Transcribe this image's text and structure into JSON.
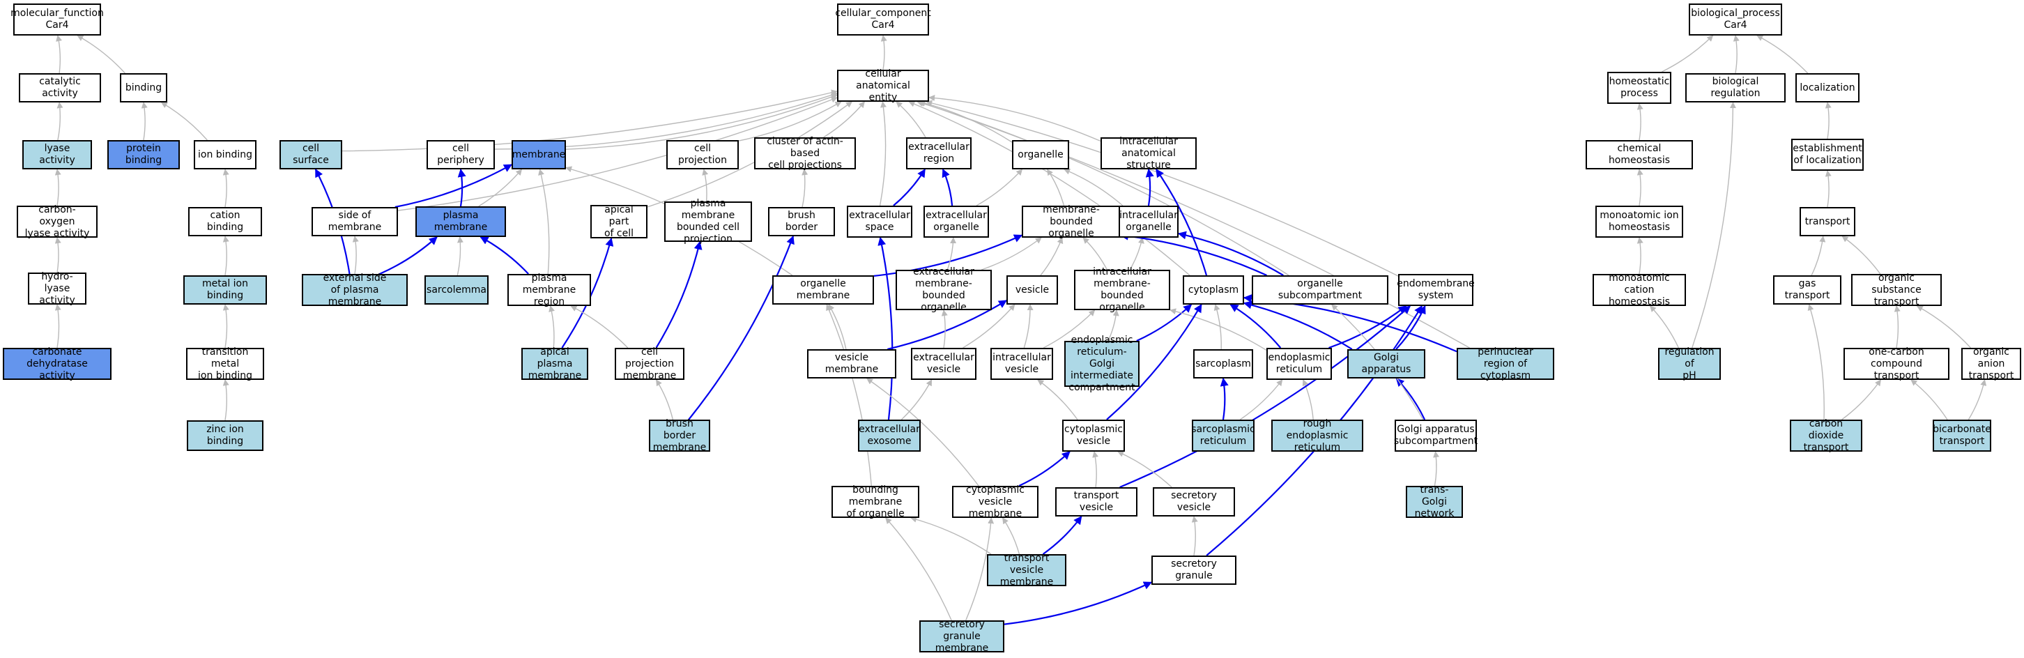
{
  "style": {
    "colors": {
      "white": "#ffffff",
      "light": "#add8e6",
      "blue": "#6495ed"
    },
    "edge_colors": {
      "is_a": "#b9b9b9",
      "part_of": "#0000ee"
    }
  },
  "nodes": [
    {
      "id": "mf_root",
      "label": "molecular_function\nCar4",
      "fill": "white"
    },
    {
      "id": "cc_root",
      "label": "cellular_component\nCar4",
      "fill": "white"
    },
    {
      "id": "bp_root",
      "label": "biological_process\nCar4",
      "fill": "white"
    },
    {
      "id": "catalytic",
      "label": "catalytic activity",
      "fill": "white"
    },
    {
      "id": "binding",
      "label": "binding",
      "fill": "white"
    },
    {
      "id": "lyase",
      "label": "lyase activity",
      "fill": "light"
    },
    {
      "id": "protein_binding",
      "label": "protein binding",
      "fill": "blue"
    },
    {
      "id": "ion_binding",
      "label": "ion binding",
      "fill": "white"
    },
    {
      "id": "cation_binding",
      "label": "cation binding",
      "fill": "white"
    },
    {
      "id": "co_lyase",
      "label": "carbon-oxygen\nlyase activity",
      "fill": "white"
    },
    {
      "id": "hydro_lyase",
      "label": "hydro-lyase\nactivity",
      "fill": "white"
    },
    {
      "id": "carbonate",
      "label": "carbonate dehydratase\nactivity",
      "fill": "blue"
    },
    {
      "id": "metal_ion",
      "label": "metal ion binding",
      "fill": "light"
    },
    {
      "id": "transition_metal",
      "label": "transition metal\nion binding",
      "fill": "white"
    },
    {
      "id": "zinc",
      "label": "zinc ion binding",
      "fill": "light"
    },
    {
      "id": "cae",
      "label": "cellular anatomical\nentity",
      "fill": "white"
    },
    {
      "id": "cell_surface",
      "label": "cell surface",
      "fill": "light"
    },
    {
      "id": "cell_periphery",
      "label": "cell periphery",
      "fill": "white"
    },
    {
      "id": "membrane",
      "label": "membrane",
      "fill": "blue"
    },
    {
      "id": "cell_projection",
      "label": "cell projection",
      "fill": "white"
    },
    {
      "id": "cluster_actin",
      "label": "cluster of actin-based\ncell projections",
      "fill": "white"
    },
    {
      "id": "extracellular_region",
      "label": "extracellular\nregion",
      "fill": "white"
    },
    {
      "id": "organelle",
      "label": "organelle",
      "fill": "white"
    },
    {
      "id": "intracellular_as",
      "label": "intracellular\nanatomical structure",
      "fill": "white"
    },
    {
      "id": "side_membrane",
      "label": "side of membrane",
      "fill": "white"
    },
    {
      "id": "plasma_membrane",
      "label": "plasma membrane",
      "fill": "blue"
    },
    {
      "id": "apical_part",
      "label": "apical part\nof cell",
      "fill": "white"
    },
    {
      "id": "pm_bounded",
      "label": "plasma membrane\nbounded cell\nprojection",
      "fill": "white"
    },
    {
      "id": "brush_border",
      "label": "brush border",
      "fill": "white"
    },
    {
      "id": "extracellular_space",
      "label": "extracellular\nspace",
      "fill": "white"
    },
    {
      "id": "extracellular_organelle",
      "label": "extracellular\norganelle",
      "fill": "white"
    },
    {
      "id": "membrane_bounded",
      "label": "membrane-bounded\norganelle",
      "fill": "white"
    },
    {
      "id": "intracellular_organelle",
      "label": "intracellular\norganelle",
      "fill": "white"
    },
    {
      "id": "external_side",
      "label": "external side\nof plasma membrane",
      "fill": "light"
    },
    {
      "id": "sarcolemma",
      "label": "sarcolemma",
      "fill": "light"
    },
    {
      "id": "pm_region",
      "label": "plasma membrane\nregion",
      "fill": "white"
    },
    {
      "id": "organelle_membrane",
      "label": "organelle membrane",
      "fill": "white"
    },
    {
      "id": "ext_mb_organelle",
      "label": "extracellular\nmembrane-bounded\norganelle",
      "fill": "white"
    },
    {
      "id": "vesicle",
      "label": "vesicle",
      "fill": "white"
    },
    {
      "id": "intra_mb_organelle",
      "label": "intracellular\nmembrane-bounded\norganelle",
      "fill": "white"
    },
    {
      "id": "cytoplasm",
      "label": "cytoplasm",
      "fill": "white"
    },
    {
      "id": "organelle_subcompartment",
      "label": "organelle subcompartment",
      "fill": "white"
    },
    {
      "id": "endomembrane",
      "label": "endomembrane\nsystem",
      "fill": "white"
    },
    {
      "id": "apical_pm",
      "label": "apical plasma\nmembrane",
      "fill": "light"
    },
    {
      "id": "cell_projection_membrane",
      "label": "cell projection\nmembrane",
      "fill": "white"
    },
    {
      "id": "vesicle_membrane",
      "label": "vesicle membrane",
      "fill": "white"
    },
    {
      "id": "extracellular_vesicle",
      "label": "extracellular\nvesicle",
      "fill": "white"
    },
    {
      "id": "intracellular_vesicle",
      "label": "intracellular\nvesicle",
      "fill": "white"
    },
    {
      "id": "er_golgi",
      "label": "endoplasmic\nreticulum-Golgi\nintermediate\ncompartment",
      "fill": "light"
    },
    {
      "id": "sarcoplasm",
      "label": "sarcoplasm",
      "fill": "white"
    },
    {
      "id": "er",
      "label": "endoplasmic\nreticulum",
      "fill": "white"
    },
    {
      "id": "golgi",
      "label": "Golgi apparatus",
      "fill": "light"
    },
    {
      "id": "perinuclear",
      "label": "perinuclear\nregion of cytoplasm",
      "fill": "light"
    },
    {
      "id": "brush_border_membrane",
      "label": "brush border\nmembrane",
      "fill": "light"
    },
    {
      "id": "extracellular_exosome",
      "label": "extracellular\nexosome",
      "fill": "light"
    },
    {
      "id": "cyto_vesicle",
      "label": "cytoplasmic\nvesicle",
      "fill": "white"
    },
    {
      "id": "sarcoplasmic_reticulum",
      "label": "sarcoplasmic\nreticulum",
      "fill": "light"
    },
    {
      "id": "rough_er",
      "label": "rough endoplasmic\nreticulum",
      "fill": "light"
    },
    {
      "id": "golgi_sub",
      "label": "Golgi apparatus\nsubcompartment",
      "fill": "white"
    },
    {
      "id": "bounding_membrane",
      "label": "bounding membrane\nof organelle",
      "fill": "white"
    },
    {
      "id": "cyto_vesicle_membrane",
      "label": "cytoplasmic\nvesicle membrane",
      "fill": "white"
    },
    {
      "id": "transport_vesicle",
      "label": "transport vesicle",
      "fill": "white"
    },
    {
      "id": "secretory_vesicle",
      "label": "secretory vesicle",
      "fill": "white"
    },
    {
      "id": "trans_golgi",
      "label": "trans-Golgi\nnetwork",
      "fill": "light"
    },
    {
      "id": "tv_membrane",
      "label": "transport vesicle\nmembrane",
      "fill": "light"
    },
    {
      "id": "secretory_granule",
      "label": "secretory granule",
      "fill": "white"
    },
    {
      "id": "sg_membrane",
      "label": "secretory granule\nmembrane",
      "fill": "light"
    },
    {
      "id": "homeostatic",
      "label": "homeostatic\nprocess",
      "fill": "white"
    },
    {
      "id": "bio_regulation",
      "label": "biological regulation",
      "fill": "white"
    },
    {
      "id": "localization",
      "label": "localization",
      "fill": "white"
    },
    {
      "id": "chem_homeostasis",
      "label": "chemical homeostasis",
      "fill": "white"
    },
    {
      "id": "establishment",
      "label": "establishment\nof localization",
      "fill": "white"
    },
    {
      "id": "ion_homeostasis",
      "label": "monoatomic ion\nhomeostasis",
      "fill": "white"
    },
    {
      "id": "transport",
      "label": "transport",
      "fill": "white"
    },
    {
      "id": "cation_homeostasis",
      "label": "monoatomic cation\nhomeostasis",
      "fill": "white"
    },
    {
      "id": "gas_transport",
      "label": "gas transport",
      "fill": "white"
    },
    {
      "id": "organic_transport",
      "label": "organic substance\ntransport",
      "fill": "white"
    },
    {
      "id": "ph_regulation",
      "label": "regulation of\npH",
      "fill": "light"
    },
    {
      "id": "one_carbon",
      "label": "one-carbon compound\ntransport",
      "fill": "white"
    },
    {
      "id": "organic_anion",
      "label": "organic anion\ntransport",
      "fill": "white"
    },
    {
      "id": "co2_transport",
      "label": "carbon dioxide\ntransport",
      "fill": "light"
    },
    {
      "id": "bicarbonate_transport",
      "label": "bicarbonate\ntransport",
      "fill": "light"
    }
  ],
  "edges": [
    {
      "from": "catalytic",
      "to": "mf_root",
      "type": "is_a"
    },
    {
      "from": "binding",
      "to": "mf_root",
      "type": "is_a"
    },
    {
      "from": "lyase",
      "to": "catalytic",
      "type": "is_a"
    },
    {
      "from": "protein_binding",
      "to": "binding",
      "type": "is_a"
    },
    {
      "from": "ion_binding",
      "to": "binding",
      "type": "is_a"
    },
    {
      "from": "co_lyase",
      "to": "lyase",
      "type": "is_a"
    },
    {
      "from": "hydro_lyase",
      "to": "co_lyase",
      "type": "is_a"
    },
    {
      "from": "carbonate",
      "to": "hydro_lyase",
      "type": "is_a"
    },
    {
      "from": "cation_binding",
      "to": "ion_binding",
      "type": "is_a"
    },
    {
      "from": "metal_ion",
      "to": "cation_binding",
      "type": "is_a"
    },
    {
      "from": "transition_metal",
      "to": "metal_ion",
      "type": "is_a"
    },
    {
      "from": "zinc",
      "to": "transition_metal",
      "type": "is_a"
    },
    {
      "from": "cae",
      "to": "cc_root",
      "type": "is_a"
    },
    {
      "from": "cell_surface",
      "to": "cae",
      "type": "is_a"
    },
    {
      "from": "cell_periphery",
      "to": "cae",
      "type": "is_a"
    },
    {
      "from": "membrane",
      "to": "cae",
      "type": "is_a"
    },
    {
      "from": "cell_projection",
      "to": "cae",
      "type": "is_a"
    },
    {
      "from": "cluster_actin",
      "to": "cae",
      "type": "is_a"
    },
    {
      "from": "extracellular_region",
      "to": "cae",
      "type": "is_a"
    },
    {
      "from": "organelle",
      "to": "cae",
      "type": "is_a"
    },
    {
      "from": "intracellular_as",
      "to": "cae",
      "type": "is_a"
    },
    {
      "from": "side_membrane",
      "to": "cae",
      "type": "is_a"
    },
    {
      "from": "apical_part",
      "to": "cae",
      "type": "is_a"
    },
    {
      "from": "extracellular_space",
      "to": "cae",
      "type": "is_a"
    },
    {
      "from": "cytoplasm",
      "to": "cae",
      "type": "is_a"
    },
    {
      "from": "organelle_subcompartment",
      "to": "cae",
      "type": "is_a"
    },
    {
      "from": "endomembrane",
      "to": "cae",
      "type": "is_a"
    },
    {
      "from": "perinuclear",
      "to": "cae",
      "type": "is_a"
    },
    {
      "from": "side_membrane",
      "to": "membrane",
      "type": "part_of"
    },
    {
      "from": "plasma_membrane",
      "to": "membrane",
      "type": "is_a"
    },
    {
      "from": "plasma_membrane",
      "to": "cell_periphery",
      "type": "part_of"
    },
    {
      "from": "external_side",
      "to": "side_membrane",
      "type": "is_a"
    },
    {
      "from": "external_side",
      "to": "cell_surface",
      "type": "part_of"
    },
    {
      "from": "external_side",
      "to": "plasma_membrane",
      "type": "part_of"
    },
    {
      "from": "sarcolemma",
      "to": "plasma_membrane",
      "type": "is_a"
    },
    {
      "from": "pm_region",
      "to": "plasma_membrane",
      "type": "part_of"
    },
    {
      "from": "pm_region",
      "to": "membrane",
      "type": "is_a"
    },
    {
      "from": "pm_bounded",
      "to": "cell_projection",
      "type": "is_a"
    },
    {
      "from": "brush_border",
      "to": "cluster_actin",
      "type": "is_a"
    },
    {
      "from": "extracellular_space",
      "to": "extracellular_region",
      "type": "part_of"
    },
    {
      "from": "extracellular_organelle",
      "to": "extracellular_region",
      "type": "part_of"
    },
    {
      "from": "extracellular_organelle",
      "to": "organelle",
      "type": "is_a"
    },
    {
      "from": "membrane_bounded",
      "to": "organelle",
      "type": "is_a"
    },
    {
      "from": "intracellular_organelle",
      "to": "organelle",
      "type": "is_a"
    },
    {
      "from": "intracellular_organelle",
      "to": "intracellular_as",
      "type": "part_of"
    },
    {
      "from": "organelle_membrane",
      "to": "membrane",
      "type": "is_a"
    },
    {
      "from": "organelle_membrane",
      "to": "membrane_bounded",
      "type": "part_of"
    },
    {
      "from": "ext_mb_organelle",
      "to": "membrane_bounded",
      "type": "is_a"
    },
    {
      "from": "ext_mb_organelle",
      "to": "extracellular_organelle",
      "type": "is_a"
    },
    {
      "from": "vesicle",
      "to": "membrane_bounded",
      "type": "is_a"
    },
    {
      "from": "intra_mb_organelle",
      "to": "membrane_bounded",
      "type": "is_a"
    },
    {
      "from": "intra_mb_organelle",
      "to": "intracellular_organelle",
      "type": "is_a"
    },
    {
      "from": "cytoplasm",
      "to": "intracellular_as",
      "type": "part_of"
    },
    {
      "from": "organelle_subcompartment",
      "to": "membrane_bounded",
      "type": "part_of"
    },
    {
      "from": "organelle_subcompartment",
      "to": "intracellular_organelle",
      "type": "part_of"
    },
    {
      "from": "apical_pm",
      "to": "pm_region",
      "type": "is_a"
    },
    {
      "from": "apical_pm",
      "to": "apical_part",
      "type": "part_of"
    },
    {
      "from": "cell_projection_membrane",
      "to": "pm_region",
      "type": "is_a"
    },
    {
      "from": "cell_projection_membrane",
      "to": "pm_bounded",
      "type": "part_of"
    },
    {
      "from": "vesicle_membrane",
      "to": "organelle_membrane",
      "type": "is_a"
    },
    {
      "from": "vesicle_membrane",
      "to": "vesicle",
      "type": "part_of"
    },
    {
      "from": "extracellular_vesicle",
      "to": "vesicle",
      "type": "is_a"
    },
    {
      "from": "extracellular_vesicle",
      "to": "ext_mb_organelle",
      "type": "is_a"
    },
    {
      "from": "intracellular_vesicle",
      "to": "vesicle",
      "type": "is_a"
    },
    {
      "from": "intracellular_vesicle",
      "to": "intra_mb_organelle",
      "type": "is_a"
    },
    {
      "from": "er_golgi",
      "to": "intra_mb_organelle",
      "type": "is_a"
    },
    {
      "from": "er_golgi",
      "to": "cytoplasm",
      "type": "part_of"
    },
    {
      "from": "sarcoplasm",
      "to": "cytoplasm",
      "type": "is_a"
    },
    {
      "from": "er",
      "to": "intra_mb_organelle",
      "type": "is_a"
    },
    {
      "from": "er",
      "to": "cytoplasm",
      "type": "part_of"
    },
    {
      "from": "er",
      "to": "endomembrane",
      "type": "part_of"
    },
    {
      "from": "golgi",
      "to": "cytoplasm",
      "type": "part_of"
    },
    {
      "from": "golgi",
      "to": "endomembrane",
      "type": "part_of"
    },
    {
      "from": "perinuclear",
      "to": "cytoplasm",
      "type": "part_of"
    },
    {
      "from": "brush_border_membrane",
      "to": "cell_projection_membrane",
      "type": "is_a"
    },
    {
      "from": "brush_border_membrane",
      "to": "brush_border",
      "type": "part_of"
    },
    {
      "from": "extracellular_exosome",
      "to": "extracellular_vesicle",
      "type": "is_a"
    },
    {
      "from": "extracellular_exosome",
      "to": "extracellular_space",
      "type": "part_of"
    },
    {
      "from": "cyto_vesicle",
      "to": "intracellular_vesicle",
      "type": "is_a"
    },
    {
      "from": "cyto_vesicle",
      "to": "cytoplasm",
      "type": "part_of"
    },
    {
      "from": "sarcoplasmic_reticulum",
      "to": "sarcoplasm",
      "type": "part_of"
    },
    {
      "from": "sarcoplasmic_reticulum",
      "to": "er",
      "type": "is_a"
    },
    {
      "from": "rough_er",
      "to": "er",
      "type": "is_a"
    },
    {
      "from": "golgi_sub",
      "to": "golgi",
      "type": "part_of"
    },
    {
      "from": "golgi_sub",
      "to": "organelle_subcompartment",
      "type": "is_a"
    },
    {
      "from": "bounding_membrane",
      "to": "organelle_membrane",
      "type": "is_a"
    },
    {
      "from": "cyto_vesicle_membrane",
      "to": "vesicle_membrane",
      "type": "is_a"
    },
    {
      "from": "cyto_vesicle_membrane",
      "to": "cyto_vesicle",
      "type": "part_of"
    },
    {
      "from": "transport_vesicle",
      "to": "cyto_vesicle",
      "type": "is_a"
    },
    {
      "from": "transport_vesicle",
      "to": "endomembrane",
      "type": "part_of"
    },
    {
      "from": "secretory_vesicle",
      "to": "cyto_vesicle",
      "type": "is_a"
    },
    {
      "from": "trans_golgi",
      "to": "golgi_sub",
      "type": "is_a"
    },
    {
      "from": "tv_membrane",
      "to": "cyto_vesicle_membrane",
      "type": "is_a"
    },
    {
      "from": "tv_membrane",
      "to": "bounding_membrane",
      "type": "is_a"
    },
    {
      "from": "tv_membrane",
      "to": "transport_vesicle",
      "type": "part_of"
    },
    {
      "from": "secretory_granule",
      "to": "secretory_vesicle",
      "type": "is_a"
    },
    {
      "from": "secretory_granule",
      "to": "endomembrane",
      "type": "part_of"
    },
    {
      "from": "sg_membrane",
      "to": "cyto_vesicle_membrane",
      "type": "is_a"
    },
    {
      "from": "sg_membrane",
      "to": "bounding_membrane",
      "type": "is_a"
    },
    {
      "from": "sg_membrane",
      "to": "secretory_granule",
      "type": "part_of"
    },
    {
      "from": "homeostatic",
      "to": "bp_root",
      "type": "is_a"
    },
    {
      "from": "bio_regulation",
      "to": "bp_root",
      "type": "is_a"
    },
    {
      "from": "localization",
      "to": "bp_root",
      "type": "is_a"
    },
    {
      "from": "chem_homeostasis",
      "to": "homeostatic",
      "type": "is_a"
    },
    {
      "from": "establishment",
      "to": "localization",
      "type": "is_a"
    },
    {
      "from": "ion_homeostasis",
      "to": "chem_homeostasis",
      "type": "is_a"
    },
    {
      "from": "transport",
      "to": "establishment",
      "type": "is_a"
    },
    {
      "from": "cation_homeostasis",
      "to": "ion_homeostasis",
      "type": "is_a"
    },
    {
      "from": "gas_transport",
      "to": "transport",
      "type": "is_a"
    },
    {
      "from": "organic_transport",
      "to": "transport",
      "type": "is_a"
    },
    {
      "from": "ph_regulation",
      "to": "cation_homeostasis",
      "type": "is_a"
    },
    {
      "from": "ph_regulation",
      "to": "bio_regulation",
      "type": "is_a"
    },
    {
      "from": "one_carbon",
      "to": "organic_transport",
      "type": "is_a"
    },
    {
      "from": "organic_anion",
      "to": "organic_transport",
      "type": "is_a"
    },
    {
      "from": "co2_transport",
      "to": "gas_transport",
      "type": "is_a"
    },
    {
      "from": "co2_transport",
      "to": "one_carbon",
      "type": "is_a"
    },
    {
      "from": "bicarbonate_transport",
      "to": "one_carbon",
      "type": "is_a"
    },
    {
      "from": "bicarbonate_transport",
      "to": "organic_anion",
      "type": "is_a"
    }
  ]
}
